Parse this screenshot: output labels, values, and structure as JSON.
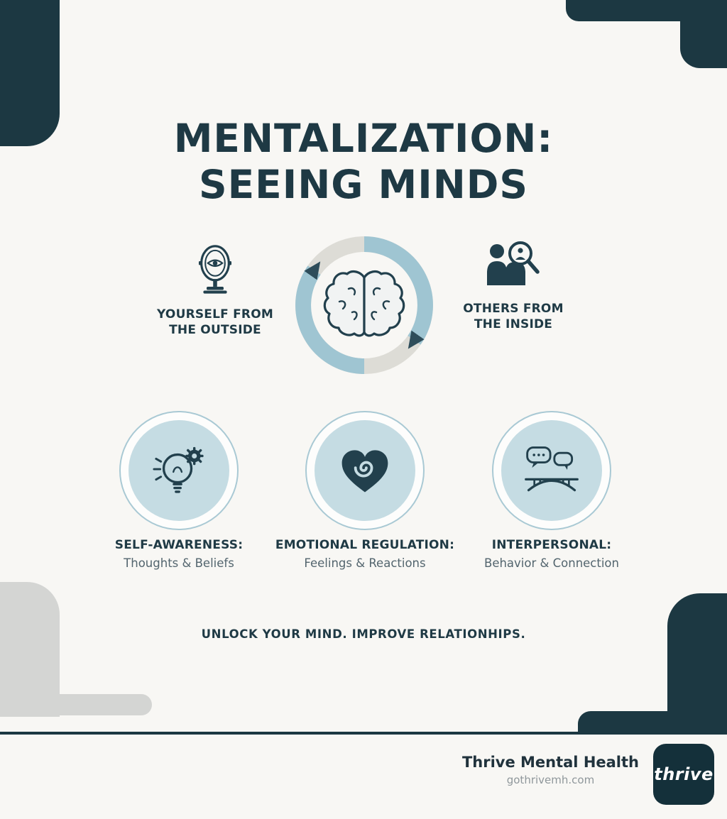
{
  "colors": {
    "background": "#f8f7f4",
    "dark_teal": "#1c3842",
    "light_blue_fill": "#c5dce3",
    "ring_teal": "#9fc5d2",
    "ring_gray": "#dddcd6",
    "corner_gray": "#d4d5d3",
    "muted_text": "#53656e",
    "footer_gray": "#8f979b"
  },
  "title": {
    "line1": "MENTALIZATION:",
    "line2": "SEEING MINDS"
  },
  "cycle": {
    "left": {
      "line1": "YOURSELF FROM",
      "line2": "THE OUTSIDE",
      "icon": "mirror-eye-icon"
    },
    "right": {
      "line1": "OTHERS FROM",
      "line2": "THE INSIDE",
      "icon": "people-magnifier-icon"
    },
    "center_icon": "brain-icon"
  },
  "pillars": [
    {
      "title": "SELF-AWARENESS:",
      "subtitle": "Thoughts & Beliefs",
      "icon": "lightbulb-gear-icon"
    },
    {
      "title": "EMOTIONAL REGULATION:",
      "subtitle": "Feelings & Reactions",
      "icon": "heart-spiral-icon"
    },
    {
      "title": "INTERPERSONAL:",
      "subtitle": "Behavior & Connection",
      "icon": "speech-bubbles-bridge-icon"
    }
  ],
  "tagline": "UNLOCK YOUR MIND. IMPROVE RELATIONHIPS.",
  "footer": {
    "brand": "Thrive Mental Health",
    "website": "gothrivemh.com",
    "logo_text": "thrive"
  }
}
